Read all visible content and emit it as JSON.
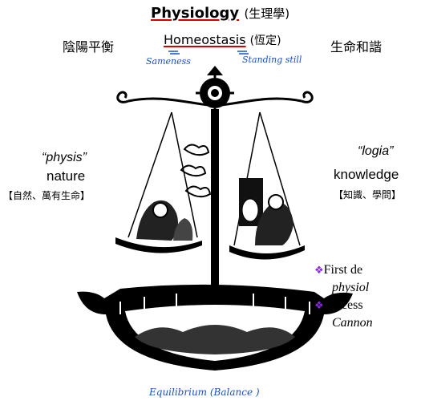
{
  "header": {
    "title": "Physiology",
    "title_cjk": "(生理學)",
    "left_cjk": "陰陽平衡",
    "right_cjk": "生命和諧"
  },
  "homeostasis": {
    "word": "Homeostasis",
    "cjk": "(恆定)",
    "hand_left": "Sameness",
    "hand_right": "Standing still"
  },
  "left_pan": {
    "term": "“physis”",
    "meaning": "nature",
    "cjk": "【自然、萬有生命】"
  },
  "right_pan": {
    "term": "“logia”",
    "meaning": "knowledge",
    "cjk": "【知識、學問】"
  },
  "notes": {
    "bullet": "❖",
    "line1": "First de",
    "line2": "physiol",
    "line3": "Process",
    "line4": "Cannon"
  },
  "footer": {
    "equilibrium": "Equilibrium (Balance )"
  },
  "colors": {
    "accent_red": "#d40000",
    "handwriting_blue": "#1a50c8",
    "bullet_purple": "#8a2be2"
  }
}
